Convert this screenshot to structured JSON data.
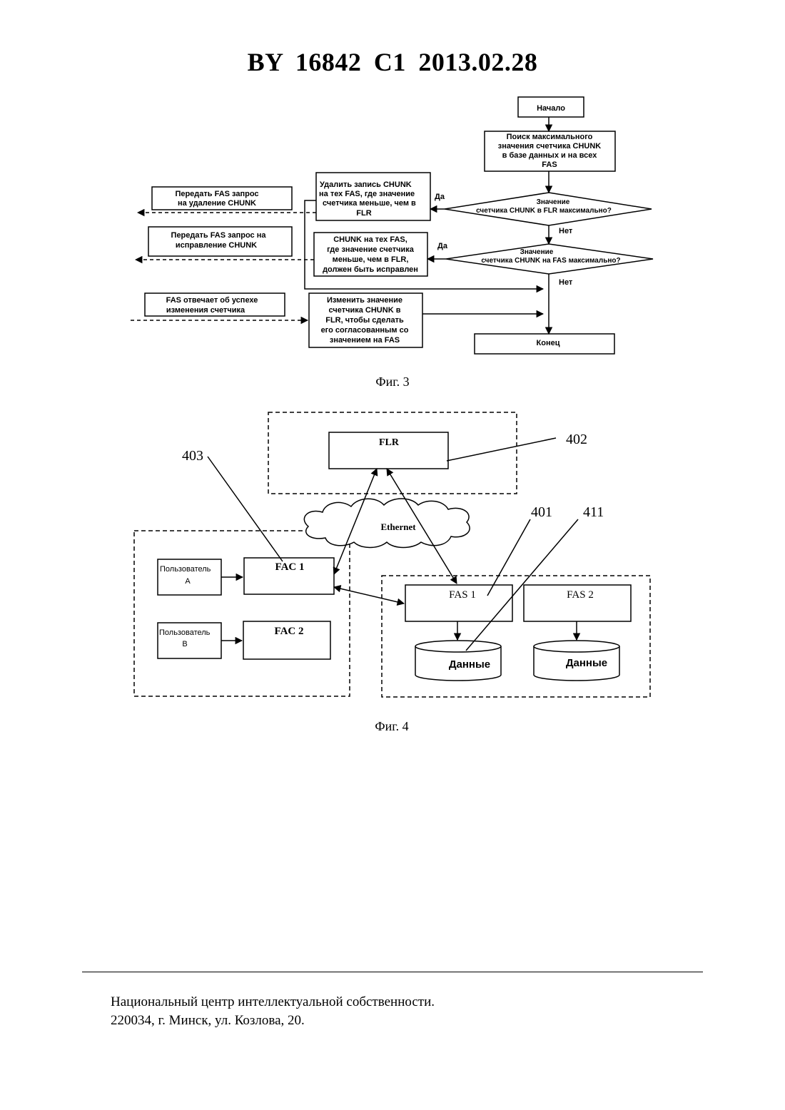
{
  "header": {
    "title": "BY  16842  C1  2013.02.28"
  },
  "fig3": {
    "caption": "Фиг. 3",
    "start": "Начало",
    "search": [
      "Поиск максимального",
      "значения счетчика CHUNK",
      "в базе данных и на всех",
      "FAS"
    ],
    "decision1": [
      "Значение",
      "счетчика CHUNK в FLR максимально?"
    ],
    "decision2": [
      "Значение",
      "счетчика CHUNK на FAS максимально?"
    ],
    "yes": "Да",
    "no": "Нет",
    "delete_box": [
      "Удалить запись CHUNK",
      "на тех FAS, где значение",
      "счетчика меньше, чем в",
      "FLR"
    ],
    "fix_box": [
      "CHUNK на тех FAS,",
      "где значение счетчика",
      "меньше, чем в FLR,",
      "должен быть исправлен"
    ],
    "change_box": [
      "Изменить значение",
      "счетчика CHUNK в",
      "FLR, чтобы сделать",
      "его согласованным со",
      "значением на FAS"
    ],
    "send_delete": [
      "Передать FAS запрос",
      "на удаление CHUNK"
    ],
    "send_fix": [
      "Передать FAS запрос на",
      "исправление CHUNK"
    ],
    "fas_reply": [
      "FAS отвечает об успехе",
      "изменения счетчика"
    ],
    "end": "Конец"
  },
  "fig4": {
    "caption": "Фиг. 4",
    "flr": "FLR",
    "ethernet": "Ethernet",
    "fac1": "FAC 1",
    "fac2": "FAC 2",
    "fas1": "FAS 1",
    "fas2": "FAS 2",
    "user_a": [
      "Пользователь",
      "А"
    ],
    "user_b": [
      "Пользователь",
      "В"
    ],
    "data1": "Данные",
    "data2": "Данные",
    "ref402": "402",
    "ref403": "403",
    "ref401": "401",
    "ref411": "411"
  },
  "footer": {
    "line1": "Национальный центр интеллектуальной собственности.",
    "line2": "220034, г. Минск, ул. Козлова, 20."
  }
}
